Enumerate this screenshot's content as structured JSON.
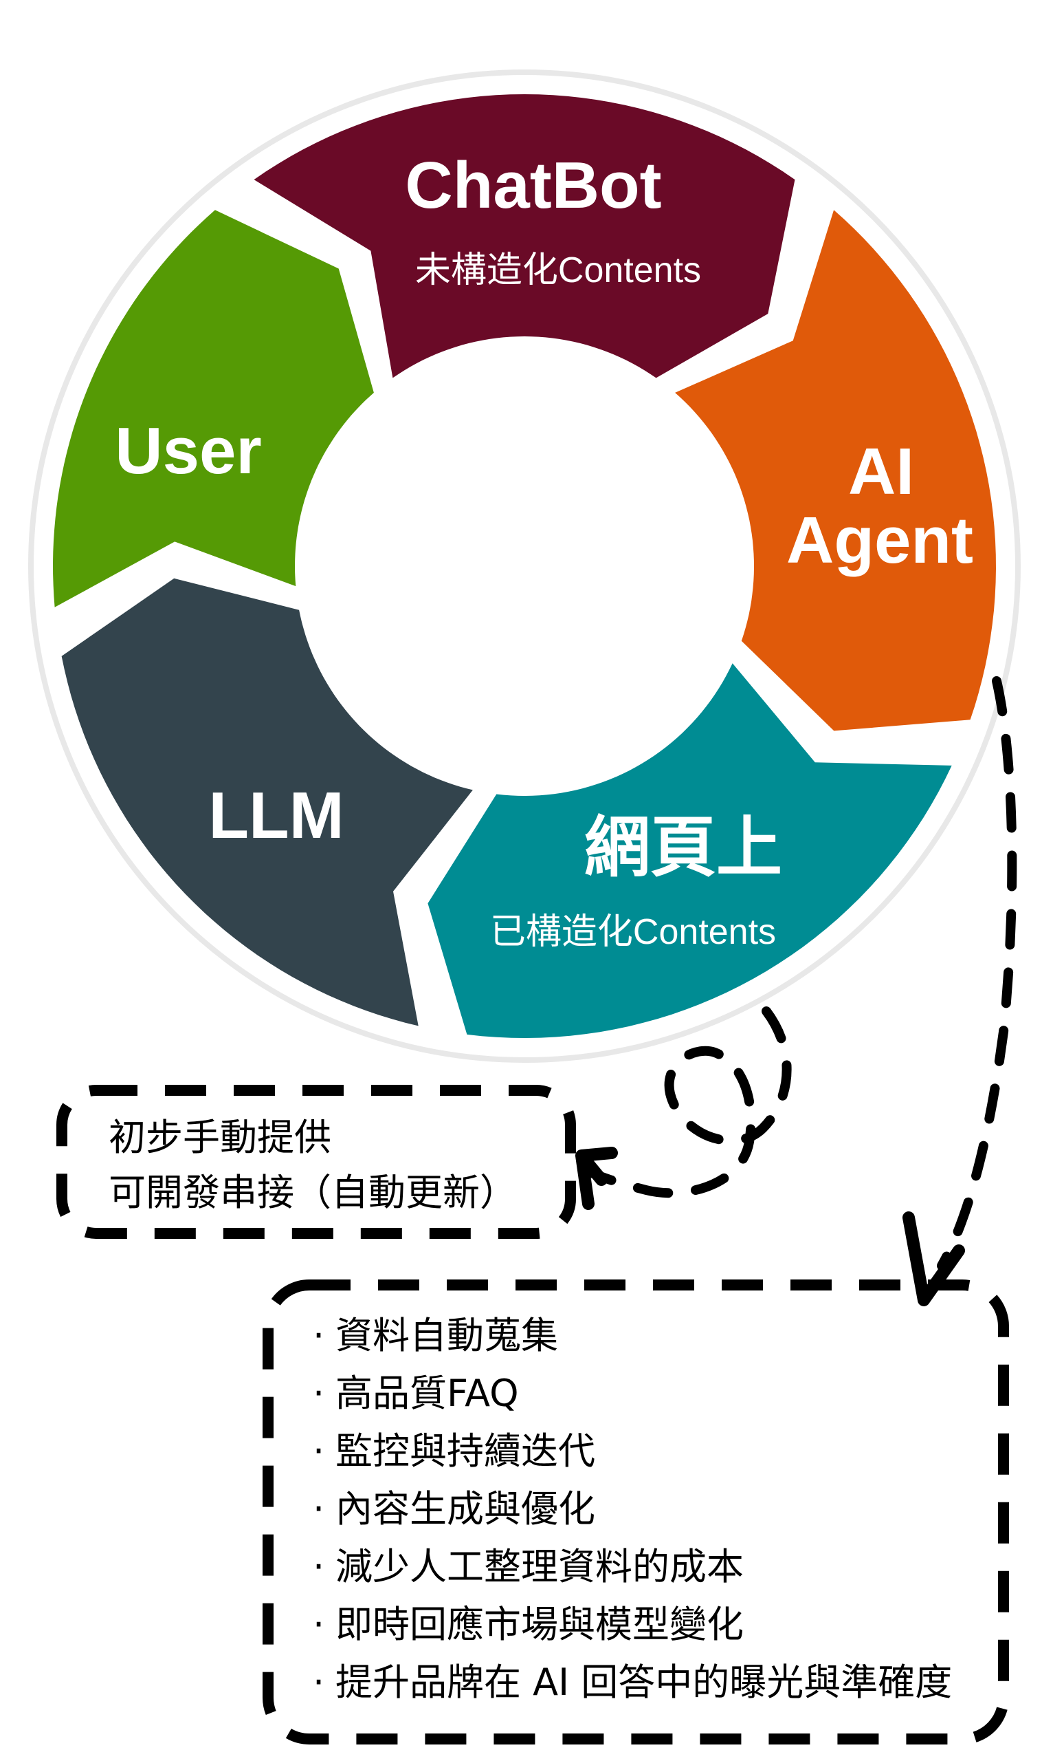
{
  "colors": {
    "chatbot": "#6A0A27",
    "ai_agent": "#E05A0A",
    "web": "#008C93",
    "llm": "#33444D",
    "user": "#559A05",
    "outer_ring": "#E8E8E8",
    "text_light": "#FFFFFF",
    "text_dark": "#000000"
  },
  "cycle": {
    "segments": [
      {
        "id": "chatbot",
        "title": "ChatBot",
        "subtitle": "未構造化Contents"
      },
      {
        "id": "ai_agent",
        "title_line1": "AI",
        "title_line2": "Agent"
      },
      {
        "id": "web",
        "title": "網頁上",
        "subtitle": "已構造化Contents"
      },
      {
        "id": "llm",
        "title": "LLM"
      },
      {
        "id": "user",
        "title": "User"
      }
    ]
  },
  "note_left": {
    "line1": "初步手動提供",
    "line2": "可開發串接（自動更新）"
  },
  "note_right": {
    "bullet": "·",
    "items": [
      "資料自動蒐集",
      "高品質FAQ",
      "監控與持續迭代",
      "內容生成與優化",
      "減少人工整理資料的成本",
      "即時回應市場與模型變化",
      "提升品牌在 AI 回答中的曝光與準確度"
    ]
  }
}
